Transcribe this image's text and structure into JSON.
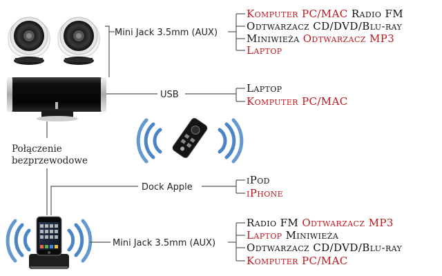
{
  "colors": {
    "red": "#c0141b",
    "black": "#111111",
    "wave_blue": "#4a86c5"
  },
  "connections": {
    "aux_top": "Mini Jack 3.5mm (AUX)",
    "usb": "USB",
    "dock": "Dock Apple",
    "aux_bottom": "Mini Jack 3.5mm (AUX)"
  },
  "wireless_label": {
    "line1": "Połączenie",
    "line2": "bezprzewodowe"
  },
  "groups": {
    "aux_top_devices": [
      [
        {
          "text": "Komputer PC/MAC",
          "red": true
        },
        {
          "text": " Radio FM",
          "red": false
        }
      ],
      [
        {
          "text": "Odtwarzacz CD/DVD/Blu-ray",
          "red": false
        }
      ],
      [
        {
          "text": "Miniwieża ",
          "red": false
        },
        {
          "text": "Odtwarzacz MP3",
          "red": true
        }
      ],
      [
        {
          "text": "Laptop",
          "red": true
        }
      ]
    ],
    "usb_devices": [
      [
        {
          "text": "Laptop",
          "red": false
        }
      ],
      [
        {
          "text": "Komputer PC/MAC",
          "red": true
        }
      ]
    ],
    "dock_devices": [
      [
        {
          "text": "iPod",
          "red": false
        }
      ],
      [
        {
          "text": "iPhone",
          "red": true
        }
      ]
    ],
    "aux_bottom_devices": [
      [
        {
          "text": "Radio FM ",
          "red": false
        },
        {
          "text": "Odtwarzacz MP3",
          "red": true
        }
      ],
      [
        {
          "text": "Laptop",
          "red": true
        },
        {
          "text": " Miniwieża",
          "red": false
        }
      ],
      [
        {
          "text": "Odtwarzacz CD/DVD/Blu-ray",
          "red": false
        }
      ],
      [
        {
          "text": "Komputer PC/MAC",
          "red": true
        }
      ]
    ]
  }
}
